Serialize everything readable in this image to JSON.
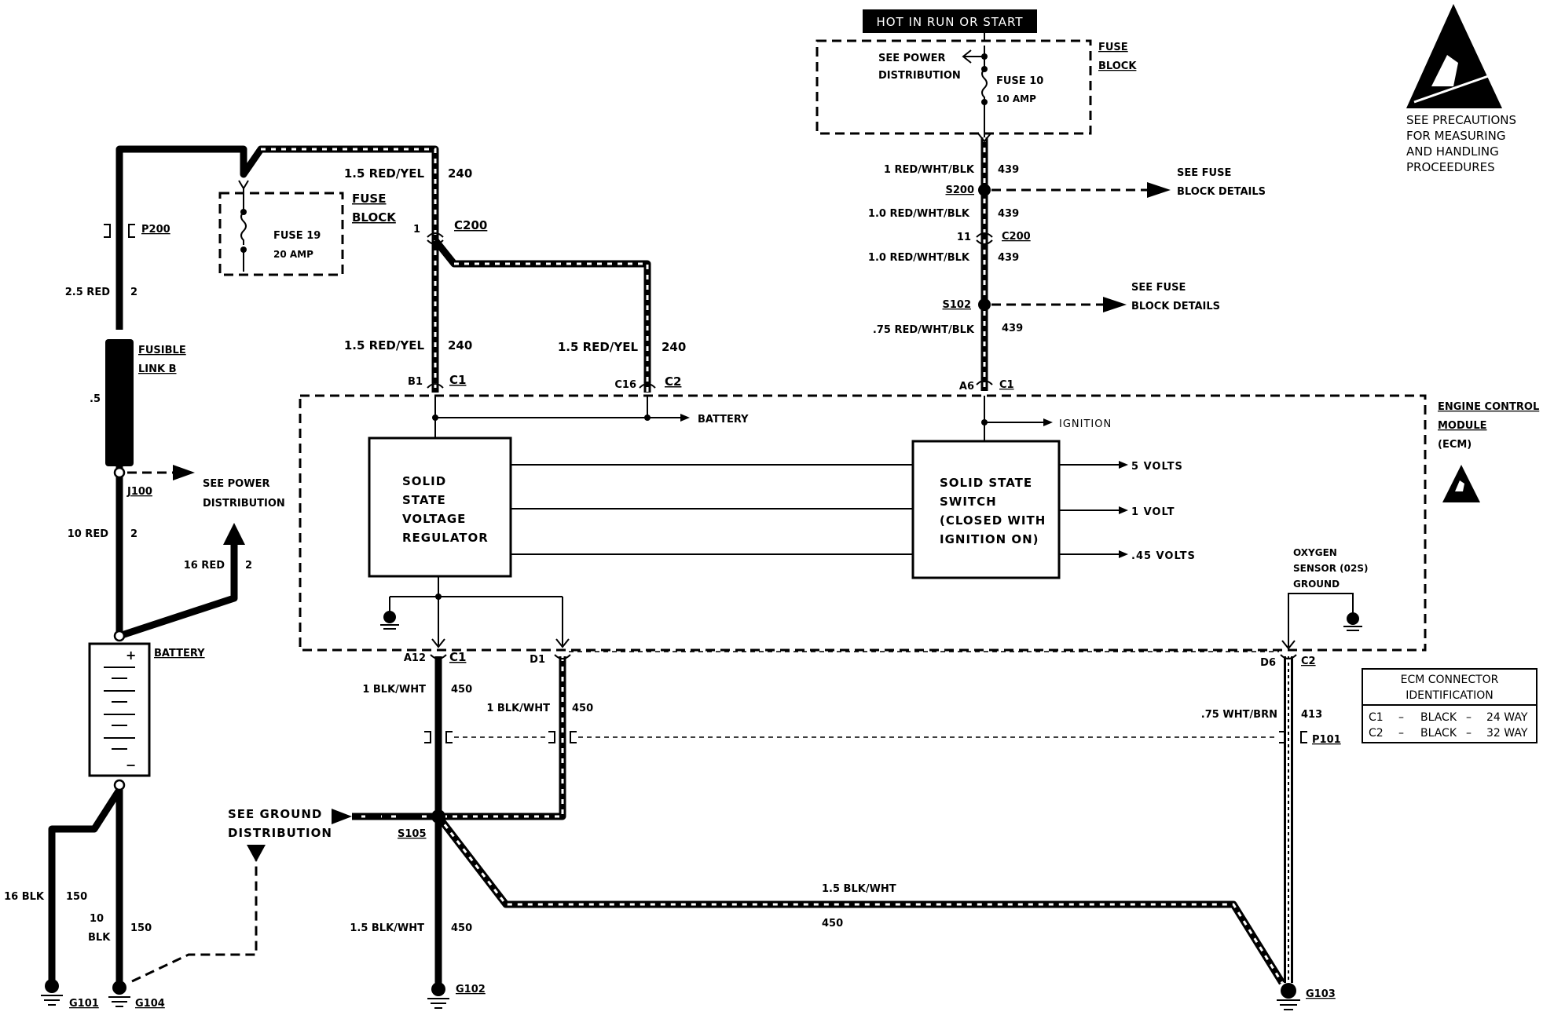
{
  "header": {
    "hot_label": "HOT IN RUN OR START"
  },
  "fuse_block_top": {
    "see_power_line1": "SEE POWER",
    "see_power_line2": "DISTRIBUTION",
    "fuse_name": "FUSE 10",
    "fuse_rating": "10 AMP",
    "label_line1": "FUSE",
    "label_line2": "BLOCK"
  },
  "fuse_block_left": {
    "fuse_name": "FUSE 19",
    "fuse_rating": "20 AMP",
    "label_line1": "FUSE",
    "label_line2": "BLOCK"
  },
  "warning": {
    "line1": "SEE PRECAUTIONS",
    "line2": "FOR MEASURING",
    "line3": "AND HANDLING",
    "line4": "PROCEEDURES"
  },
  "wires": {
    "w_1_5_red_yel_top": "1.5  RED/YEL",
    "w_240_top": "240",
    "w_1_5_red_yel_b1": "1.5  RED/YEL",
    "w_240_b1": "240",
    "w_1_5_red_yel_c16": "1.5  RED/YEL",
    "w_240_c16": "240",
    "w_2_5_red": "2.5 RED",
    "w_2_a": "2",
    "w_10_red": "10 RED",
    "w_2_b": "2",
    "w_16_red": "16 RED",
    "w_2_c": "2",
    "w_16_blk": "16 BLK",
    "w_150_a": "150",
    "w_10_blk_1": "10",
    "w_10_blk_2": "BLK",
    "w_150_b": "150",
    "w_1_red_wht_blk": "1 RED/WHT/BLK",
    "w_439_a": "439",
    "w_1_0_red_wht_blk_a": "1.0 RED/WHT/BLK",
    "w_439_b": "439",
    "w_1_0_red_wht_blk_b": "1.0 RED/WHT/BLK",
    "w_439_c": "439",
    "w_75_red_wht_blk": ".75  RED/WHT/BLK",
    "w_439_d": "439",
    "w_1_blk_wht_a": "1  BLK/WHT",
    "w_450_a": "450",
    "w_1_blk_wht_b": "1  BLK/WHT",
    "w_450_b": "450",
    "w_1_5_blk_wht_a": "1.5  BLK/WHT",
    "w_450_c": "450",
    "w_1_5_blk_wht_b": "1.5  BLK/WHT",
    "w_450_d": "450",
    "w_75_wht_brn": ".75  WHT/BRN",
    "w_413": "413",
    "fusible_value": ".5"
  },
  "connectors": {
    "p200": "P200",
    "c200_left": "C200",
    "c200_left_pin": "1",
    "c200_right": "C200",
    "c200_right_pin": "11",
    "s200": "S200",
    "s102": "S102",
    "s105": "S105",
    "j100": "J100",
    "b1": "B1",
    "c1_b1": "C1",
    "c16": "C16",
    "c2_c16": "C2",
    "a6": "A6",
    "c1_a6": "C1",
    "a12": "A12",
    "c1_a12": "C1",
    "d1": "D1",
    "d6": "D6",
    "c2_d6": "C2",
    "p101": "P101",
    "g101": "G101",
    "g104": "G104",
    "g102": "G102",
    "g103": "G103"
  },
  "labels": {
    "fusible_link_1": "FUSIBLE",
    "fusible_link_2": "LINK B",
    "see_power_dist_1": "SEE POWER",
    "see_power_dist_2": "DISTRIBUTION",
    "battery": "BATTERY",
    "see_fuse_1a": "SEE FUSE",
    "see_fuse_1b": "BLOCK DETAILS",
    "see_fuse_2a": "SEE FUSE",
    "see_fuse_2b": "BLOCK DETAILS",
    "see_ground_1": "SEE GROUND",
    "see_ground_2": "DISTRIBUTION",
    "bat_plus": "+",
    "bat_minus": "−"
  },
  "ecm": {
    "title_1": "ENGINE  CONTROL",
    "title_2": "MODULE",
    "title_3": "(ECM)",
    "regulator_1": "SOLID",
    "regulator_2": "STATE",
    "regulator_3": "VOLTAGE",
    "regulator_4": "REGULATOR",
    "switch_1": "SOLID STATE",
    "switch_2": "SWITCH",
    "switch_3": "(CLOSED WITH",
    "switch_4": "IGNITION ON)",
    "out_battery": "BATTERY",
    "out_ignition": "IGNITION",
    "out_5v": "5  VOLTS",
    "out_1v": "1  VOLT",
    "out_45v": ".45  VOLTS",
    "o2_1": "OXYGEN",
    "o2_2": "SENSOR (02S)",
    "o2_3": "GROUND"
  },
  "connector_id": {
    "title_1": "ECM CONNECTOR",
    "title_2": "IDENTIFICATION",
    "rows": [
      {
        "name": "C1",
        "dash1": "–",
        "color": "BLACK",
        "dash2": "–",
        "ways": "24 WAY"
      },
      {
        "name": "C2",
        "dash1": "–",
        "color": "BLACK",
        "dash2": "–",
        "ways": "32 WAY"
      }
    ]
  }
}
